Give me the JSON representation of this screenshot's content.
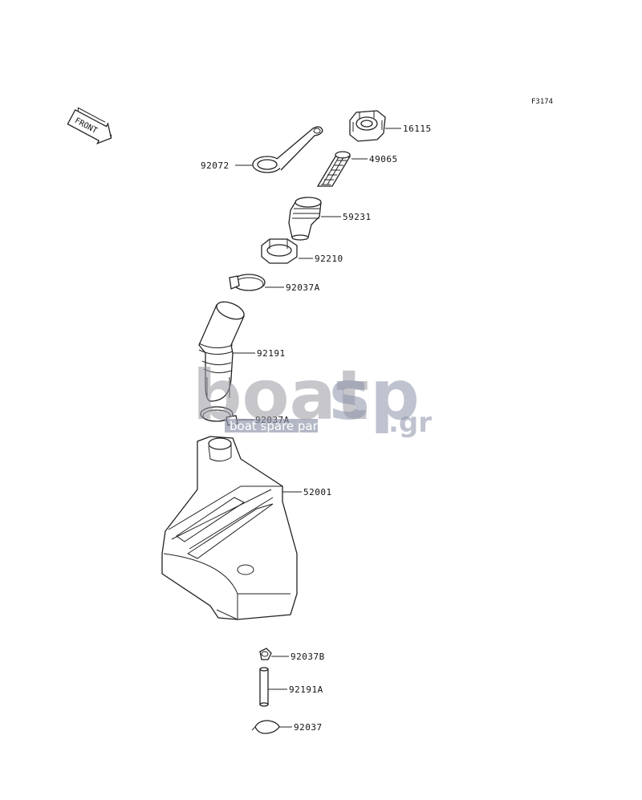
{
  "figure_code": "F3174",
  "front_label": "FRONT",
  "watermark": {
    "brand_left": "boat",
    "brand_right": "sp",
    "brand_tld": ".gr",
    "tagline": "boat spare parts"
  },
  "parts": [
    {
      "number": "16115"
    },
    {
      "number": "92072"
    },
    {
      "number": "49065"
    },
    {
      "number": "59231"
    },
    {
      "number": "92210"
    },
    {
      "number": "92037A"
    },
    {
      "number": "92191"
    },
    {
      "number": "92037A"
    },
    {
      "number": "52001"
    },
    {
      "number": "92037B"
    },
    {
      "number": "92191A"
    },
    {
      "number": "92037"
    }
  ]
}
